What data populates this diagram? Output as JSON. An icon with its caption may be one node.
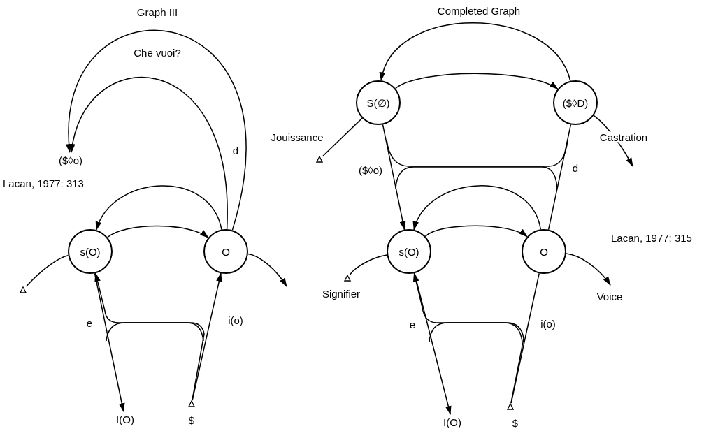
{
  "diagram": {
    "nodes": [
      {
        "text": [
          "s(O)"
        ]
      },
      {
        "text": [
          "O"
        ]
      },
      {
        "text": [
          "($◊o)"
        ]
      },
      {
        "text": [
          "I(O)"
        ]
      },
      {
        "text": [],
        "shape": "triangle"
      },
      {
        "text": [],
        "shape": "triangle",
        "beside": [
          "$"
        ]
      },
      {
        "text": [
          "S(∅)"
        ]
      },
      {
        "text": [
          "($◊D)"
        ]
      },
      {
        "text": [
          "s(O)"
        ]
      },
      {
        "text": [
          "O"
        ]
      },
      {
        "text": [
          "I(O)"
        ]
      },
      {
        "text": [],
        "shape": "triangle",
        "beside": [
          "Jouissance"
        ]
      },
      {
        "text": [],
        "shape": "triangle",
        "beside": [
          "Signifier"
        ]
      },
      {
        "text": [],
        "shape": "triangle",
        "beside": [
          "$"
        ]
      }
    ],
    "edges": [
      {
        "from": 4,
        "to": 0,
        "arrow": "none"
      },
      {
        "from": 0,
        "to": 1,
        "arrow": "to"
      },
      {
        "from": 1,
        "to": null,
        "arrow": "to"
      },
      {
        "from": 1,
        "to": 0,
        "arrow": "to"
      },
      {
        "from": 1,
        "to": 2,
        "arrow": "to"
      },
      {
        "from": 1,
        "to": 2,
        "arrow": "to",
        "label": "d"
      },
      {
        "from": 5,
        "to": 1,
        "arrow": "to",
        "label": "i(o)"
      },
      {
        "from": 5,
        "to": 0,
        "arrow": "to"
      },
      {
        "from": 0,
        "to": 3,
        "arrow": "to",
        "label": "e"
      },
      {
        "from": 6,
        "to": 7,
        "arrow": "to"
      },
      {
        "from": 7,
        "to": 6,
        "arrow": "to"
      },
      {
        "from": 11,
        "to": 6,
        "arrow": "none"
      },
      {
        "from": 7,
        "to": null,
        "arrow": "to",
        "label": "Castration"
      },
      {
        "from": 6,
        "to": 8,
        "arrow": "to",
        "label": "($◊o)"
      },
      {
        "from": 7,
        "to": 9,
        "arrow": "none",
        "label": "d"
      },
      {
        "from": 9,
        "to": 8,
        "arrow": "to"
      },
      {
        "from": 12,
        "to": 8,
        "arrow": "none"
      },
      {
        "from": 8,
        "to": 9,
        "arrow": "to"
      },
      {
        "from": 9,
        "to": null,
        "arrow": "to",
        "label": "Voice"
      },
      {
        "from": 13,
        "to": 9,
        "arrow": "none",
        "label": "i(o)"
      },
      {
        "from": 13,
        "to": 8,
        "arrow": "to"
      },
      {
        "from": 8,
        "to": 10,
        "arrow": "to",
        "label": "e"
      }
    ],
    "labels": [
      "Graph III",
      "Che vuoi?",
      "Lacan, 1977: 313",
      "Completed Graph",
      "Lacan, 1977: 315"
    ]
  }
}
